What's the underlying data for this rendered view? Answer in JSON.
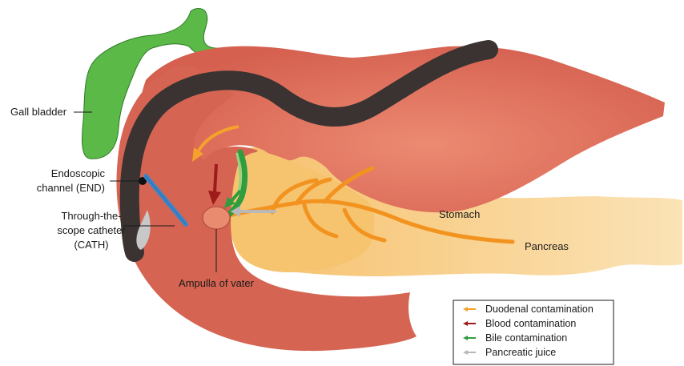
{
  "labels": {
    "gall_bladder": "Gall bladder",
    "endoscopic_line1": "Endoscopic",
    "endoscopic_line2": "channel (END)",
    "catheter_line1": "Through-the-",
    "catheter_line2": "scope catheter",
    "catheter_line3": "(CATH)",
    "ampulla": "Ampulla of vater",
    "stomach": "Stomach",
    "pancreas": "Pancreas"
  },
  "legend": {
    "items": [
      {
        "label": "Duodenal contamination",
        "color": "#f5a12b"
      },
      {
        "label": "Blood contamination",
        "color": "#9e1b1b"
      },
      {
        "label": "Bile contamination",
        "color": "#2e9e3e"
      },
      {
        "label": "Pancreatic juice",
        "color": "#b8b8b8"
      }
    ]
  },
  "colors": {
    "stomach": "#d9685a",
    "duodenum": "#d66452",
    "pancreas": "#f7c97a",
    "gall_bladder": "#5ab947",
    "endoscope": "#3a3332",
    "catheter": "#3d86c9",
    "ampulla": "#e88b6f"
  }
}
